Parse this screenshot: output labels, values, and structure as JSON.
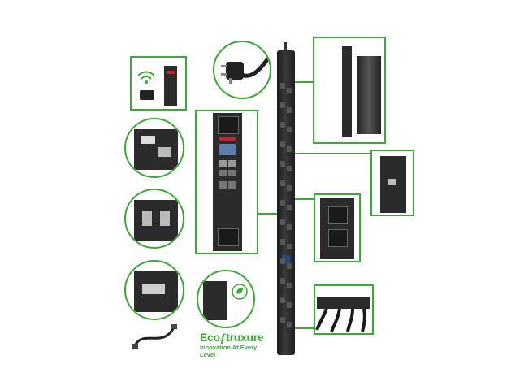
{
  "logo": {
    "brand_left": "Eco",
    "brand_right": "truxure",
    "tagline": "Innovation At Every Level",
    "color": "#3aa935"
  },
  "colors": {
    "accent": "#3aa935",
    "device": "#2b2b2b",
    "screen": "#cc2222"
  },
  "icons": [
    "wifi-icon",
    "power-plug-icon",
    "recycle-leaf-icon",
    "network-cable-icon"
  ]
}
